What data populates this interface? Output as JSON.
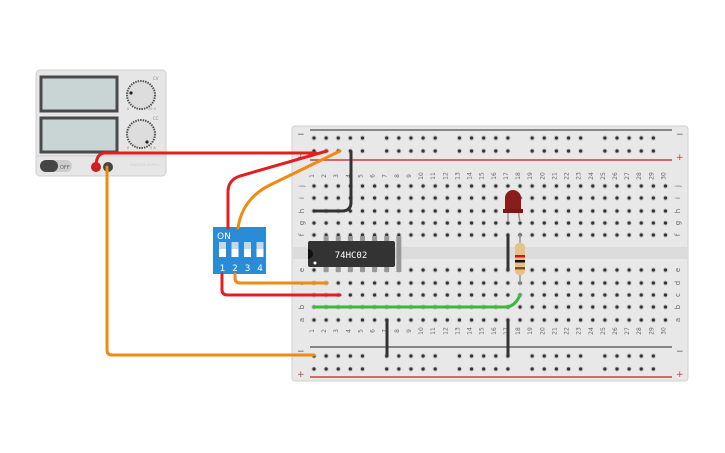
{
  "power_supply": {
    "off_label": "OFF",
    "brand": "VOLTAGE SUPPLY",
    "cv_label": "CV",
    "cc_label": "CC",
    "v_min": "0",
    "v_max": "20 V",
    "a_min": "0",
    "a_max": "5 A"
  },
  "breadboard": {
    "columns": 30,
    "rows_top": [
      "j",
      "i",
      "h",
      "g",
      "f"
    ],
    "rows_bottom": [
      "e",
      "d",
      "c",
      "b",
      "a"
    ],
    "minus": "−",
    "plus": "+"
  },
  "dip_switch": {
    "on_label": "ON",
    "switches": [
      "1",
      "2",
      "3",
      "4"
    ]
  },
  "chip": {
    "label": "74HC02"
  },
  "colors": {
    "red": "#e02020",
    "orange": "#f08a10",
    "black": "#333333",
    "green": "#3cb83c",
    "dip": "#2a8bd6"
  }
}
